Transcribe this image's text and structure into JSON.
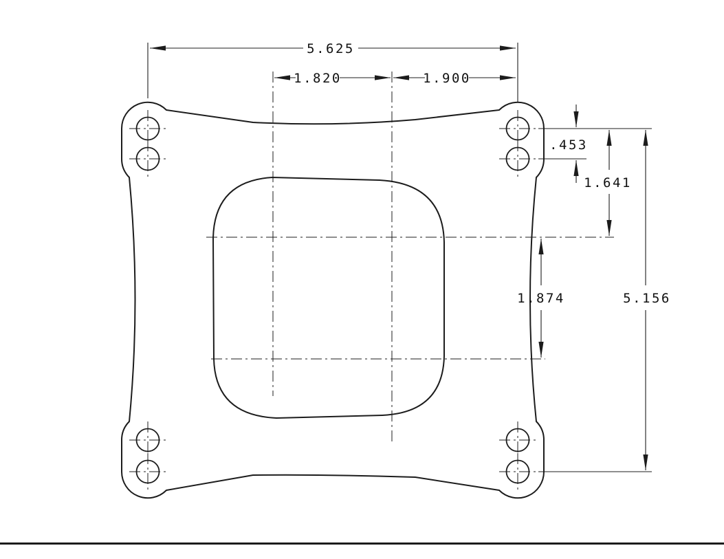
{
  "drawing": {
    "background_color": "#ffffff",
    "line_color": "#1c1c1c",
    "description": "4-barrel carburetor mounting flange dimensioned drawing",
    "labels": {
      "dim_overall_width": "5.625",
      "dim_bore_left": "1.820",
      "dim_bore_right": "1.900",
      "dim_hole_pair_spacing": ".453",
      "dim_hole_to_centerline": "1.641",
      "dim_centerline_spacing": "1.874",
      "dim_overall_height": "5.156"
    }
  }
}
